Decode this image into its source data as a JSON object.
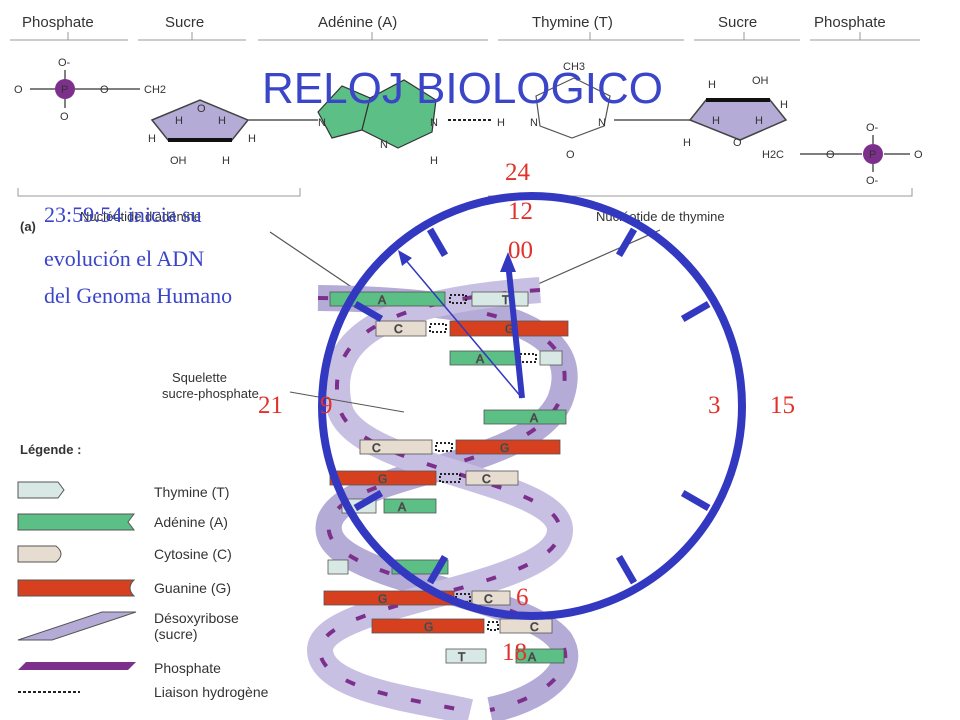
{
  "title": "RELOJ BIOLOGICO",
  "caption": {
    "lines": [
      "23:59:54 inicia su",
      "evolución el ADN",
      "del Genoma Humano"
    ]
  },
  "molecule": {
    "panel_label": "(a)",
    "headers": [
      "Phosphate",
      "Sucre",
      "Adénine (A)",
      "Thymine (T)",
      "Sucre",
      "Phosphate"
    ],
    "nucleotide_left": "Nucléotide d'adénine",
    "nucleotide_right": "Nucléotide de thymine",
    "atoms": {
      "O": "O",
      "P": "P",
      "H": "H",
      "N": "N",
      "OH": "OH",
      "CH2": "CH2",
      "H2C": "H2C",
      "CH3": "CH3",
      "Ominus": "O-"
    }
  },
  "helix": {
    "skeleton_label": [
      "Squelette",
      "sucre-phosphate"
    ],
    "base_letters": {
      "A": "A",
      "T": "T",
      "C": "C",
      "G": "G"
    }
  },
  "legend": {
    "title": "Légende :",
    "items": [
      {
        "label": "Thymine (T)",
        "color": "#d8e8e4"
      },
      {
        "label": "Adénine (A)",
        "color": "#5cbf86"
      },
      {
        "label": "Cytosine (C)",
        "color": "#e6ddd0"
      },
      {
        "label": "Guanine (G)",
        "color": "#d6401f"
      },
      {
        "label": "Désoxyribose",
        "label2": "(sucre)",
        "color": "#b4abd6"
      },
      {
        "label": "Phosphate",
        "color": "#7d2f8c"
      },
      {
        "label": "Liaison hydrogène",
        "color": "#222222"
      }
    ]
  },
  "clock": {
    "numbers": {
      "top_24": "24",
      "top_12": "12",
      "top_00": "00",
      "right_3": "3",
      "right_15": "15",
      "left_21": "21",
      "left_9": "9",
      "bottom_6": "6",
      "bottom_18": "18"
    },
    "time_shown": "23:59:54",
    "ring_color": "#3338c0",
    "number_color": "#e0322a"
  }
}
